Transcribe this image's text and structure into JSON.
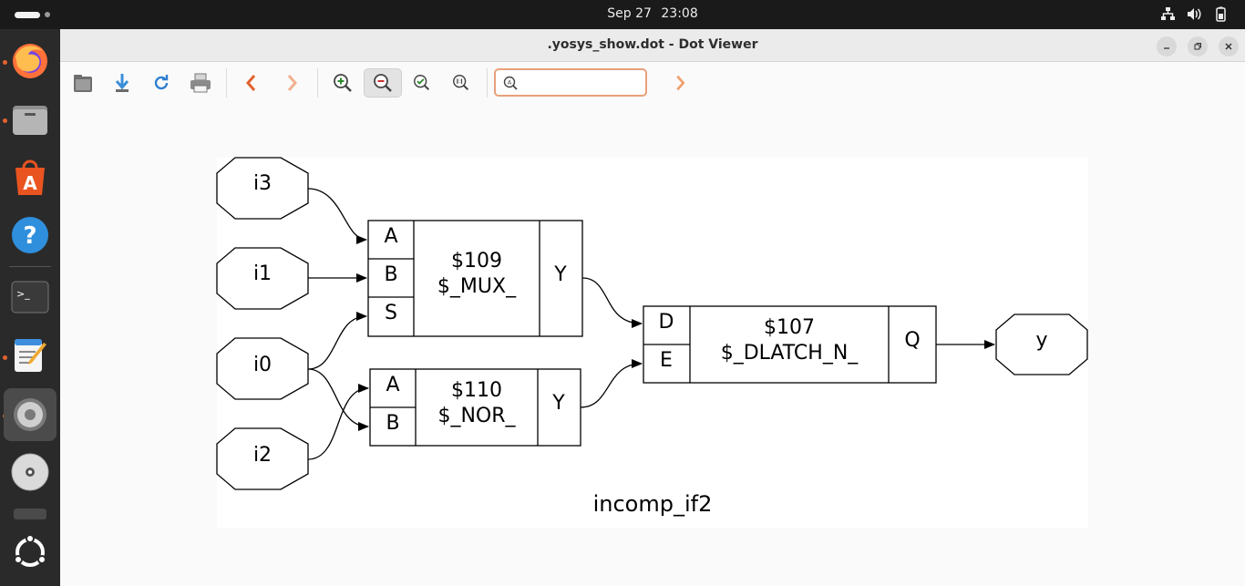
{
  "topbar": {
    "date": "Sep 27",
    "time": "23:08",
    "tray_icons": [
      "network-icon",
      "volume-icon",
      "battery-icon"
    ]
  },
  "dock": {
    "items": [
      "firefox-icon",
      "files-icon",
      "app-center-icon",
      "help-icon",
      "terminal-icon",
      "text-editor-icon",
      "settings-icon",
      "disc-icon",
      "drive-icon",
      "ubuntu-icon"
    ]
  },
  "window": {
    "title": ".yosys_show.dot - Dot Viewer"
  },
  "toolbar": {
    "buttons": [
      "open-icon",
      "save-icon",
      "reload-icon",
      "print-icon",
      "back-icon",
      "forward-icon",
      "zoom-in-icon",
      "zoom-out-icon",
      "zoom-fit-icon",
      "zoom-100-icon"
    ],
    "search_value": "",
    "search_next": "find-next-icon"
  },
  "graph": {
    "caption": "incomp_if2",
    "inputs": [
      {
        "label": "i3"
      },
      {
        "label": "i1"
      },
      {
        "label": "i0"
      },
      {
        "label": "i2"
      }
    ],
    "output": {
      "label": "y"
    },
    "cells": [
      {
        "id": "$109",
        "type": "$_MUX_",
        "ports_in": [
          "A",
          "B",
          "S"
        ],
        "port_out": "Y"
      },
      {
        "id": "$110",
        "type": "$_NOR_",
        "ports_in": [
          "A",
          "B"
        ],
        "port_out": "Y"
      },
      {
        "id": "$107",
        "type": "$_DLATCH_N_",
        "ports_in": [
          "D",
          "E"
        ],
        "port_out": "Q"
      }
    ]
  }
}
